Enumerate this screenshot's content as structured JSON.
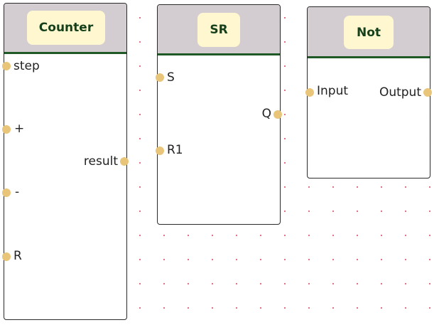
{
  "canvas": {
    "grid_dot_color": "#e0607a",
    "background_color": "#ffffff"
  },
  "colors": {
    "header_bg": "#d3cdd1",
    "header_rule": "#1f5a26",
    "title_chip_bg": "#fff7cf",
    "title_text": "#15401b",
    "port": "#e9c57a"
  },
  "blocks": {
    "counter": {
      "title": "Counter",
      "inputs": [
        "step",
        "+",
        "-",
        "R"
      ],
      "outputs": [
        "result"
      ]
    },
    "sr": {
      "title": "SR",
      "inputs": [
        "S",
        "R1"
      ],
      "outputs": [
        "Q"
      ]
    },
    "not": {
      "title": "Not",
      "inputs": [
        "Input"
      ],
      "outputs": [
        "Output"
      ]
    }
  }
}
